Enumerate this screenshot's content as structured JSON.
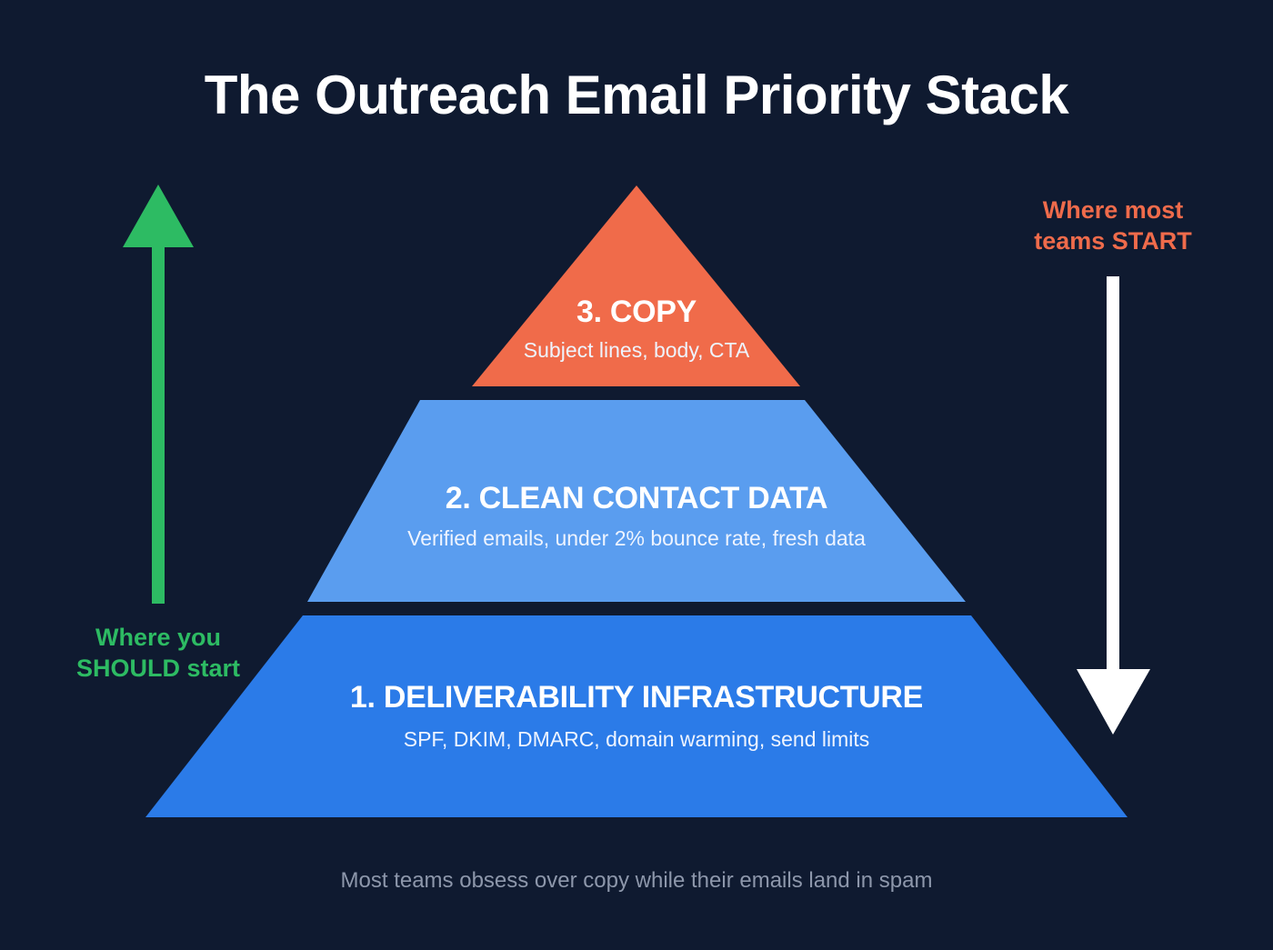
{
  "title": "The Outreach Email Priority Stack",
  "colors": {
    "background": "#0f1a30",
    "copy_tier": "#f06b4a",
    "data_tier": "#5a9def",
    "infra_tier": "#2b7be8",
    "up_arrow": "#2dbb63",
    "down_arrow": "#ffffff",
    "should_start_text": "#2dbb63",
    "most_teams_text": "#ef6b4b",
    "footer_text": "#8d97ab"
  },
  "pyramid": {
    "tiers": [
      {
        "rank": 3,
        "label": "3. COPY",
        "description": "Subject lines, body, CTA"
      },
      {
        "rank": 2,
        "label": "2. CLEAN CONTACT DATA",
        "description": "Verified emails, under 2% bounce rate, fresh data"
      },
      {
        "rank": 1,
        "label": "1. DELIVERABILITY INFRASTRUCTURE",
        "description": "SPF, DKIM, DMARC, domain warming, send limits"
      }
    ]
  },
  "left_annotation": {
    "line1": "Where you",
    "line2": "SHOULD start",
    "arrow_direction": "up"
  },
  "right_annotation": {
    "line1": "Where most",
    "line2": "teams START",
    "arrow_direction": "down"
  },
  "footer": "Most teams obsess over copy while their emails land in spam"
}
